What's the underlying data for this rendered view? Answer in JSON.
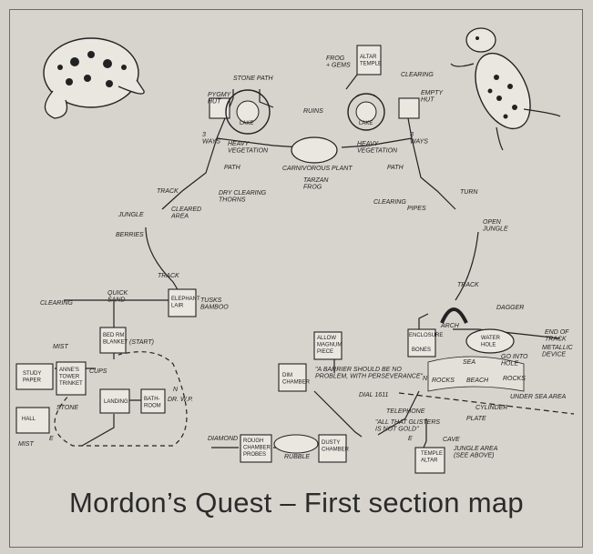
{
  "caption": "Mordon’s Quest – First section map",
  "labels": {
    "frog_gems": "FROG\n+ GEMS",
    "altar_temple": "ALTAR\nTEMPLE",
    "clearing_top": "CLEARING",
    "stone_path": "STONE PATH",
    "pygmy_hut": "PYGMY\nHUT",
    "ruins": "RUINS",
    "empty_hut": "EMPTY\nHUT",
    "lake": "LAKE",
    "ways3_left": "3\nWAYS",
    "ways3_right": "3\nWAYS",
    "heavy_veg_left": "HEAVY\nVEGETATION",
    "heavy_veg_right": "HEAVY\nVEGETATION",
    "carnivorous_plant": "CARNIVOROUS PLANT",
    "tarzan_frog": "TARZAN\nFROG",
    "path": "PATH",
    "track": "TRACK",
    "turn": "TURN",
    "dry_clearing": "DRY CLEARING\nTHORNS",
    "cleared_area": "CLEARED\nAREA",
    "clearing": "CLEARING",
    "pipes": "PIPES",
    "jungle": "JUNGLE",
    "berries": "BERRIES",
    "open_jungle": "OPEN\nJUNGLE",
    "quick_sand": "QUICK\nSAND",
    "elephant_lair": "ELEPHANT\nLAIR",
    "tusks_bamboo": "TUSKS\nBAMBOO",
    "mist": "MIST",
    "bed_rm_start": "BED RM\nBLANKET",
    "start": "(START)",
    "study": "STUDY\nPAPER",
    "annes_tower": "ANNE'S\nTOWER\nTRINKET",
    "cups": "CUPS",
    "landing": "LANDING",
    "bathroom": "BATH-\nROOM",
    "dr_wp": "DR. W.P.",
    "n": "N",
    "hall": "HALL",
    "stone": "STONE",
    "e": "E",
    "dagger": "DAGGER",
    "arch": "ARCH",
    "enclosure": "ENCLOSURE",
    "bones": "BONES",
    "water_hole": "WATER\nHOLE",
    "end_of_track": "END OF\nTRACK",
    "metallic_device": "METALLIC\nDEVICE",
    "go_into_hole": "GO INTO\nHOLE",
    "sea": "SEA",
    "rocks": "ROCKS",
    "beach": "BEACH",
    "under_sea": "UNDER SEA AREA",
    "allow_magnum": "ALLOW\nMAGNUM\nPIECE",
    "barrier": "\"A BARRIER SHOULD BE NO\nPROBLEM, WITH PERSEVERANCE\"",
    "dim_chamber": "DIM\nCHAMBER",
    "dial": "DIAL 1611",
    "telephone": "TELEPHONE",
    "cylinder": "CYLINDER",
    "plate": "PLATE",
    "glisters": "\"ALL THAT GLISTERS\nIS NOT GOLD\"",
    "cave": "CAVE",
    "diamond": "DIAMOND",
    "rough_chamber": "ROUGH\nCHAMBER\nPROBES",
    "rubble": "RUBBLE",
    "dusty_chamber": "DUSTY\nCHAMBER",
    "temple_altar": "TEMPLE\nALTAR",
    "jungle_area": "JUNGLE AREA\n(SEE ABOVE)"
  }
}
